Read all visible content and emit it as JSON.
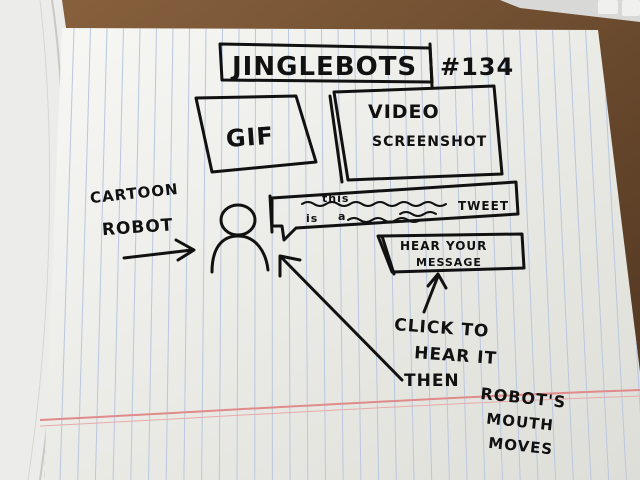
{
  "sketch": {
    "title": "JINGLEBOTS",
    "issue": "#134",
    "gif_label": "GIF",
    "video_label_line1": "VIDEO",
    "video_label_line2": "SCREENSHOT",
    "robot_label_line1": "CARTOON",
    "robot_label_line2": "ROBOT",
    "tweet_word1": "this",
    "tweet_word2": "is",
    "tweet_word3": "a",
    "tweet_word4": "TWEET",
    "hear_button_line1": "HEAR YOUR",
    "hear_button_line2": "MESSAGE",
    "click_note_line1": "CLICK TO",
    "click_note_line2": "HEAR IT",
    "click_note_line3": "THEN",
    "mouth_note_line1": "ROBOT'S",
    "mouth_note_line2": "MOUTH",
    "mouth_note_line3": "MOVES"
  },
  "colors": {
    "desk": "#6b4a2e",
    "paper": "#f4f4f1",
    "rule_line": "#b9c7e0",
    "margin_line": "#e08a8a",
    "ink": "#111111"
  }
}
